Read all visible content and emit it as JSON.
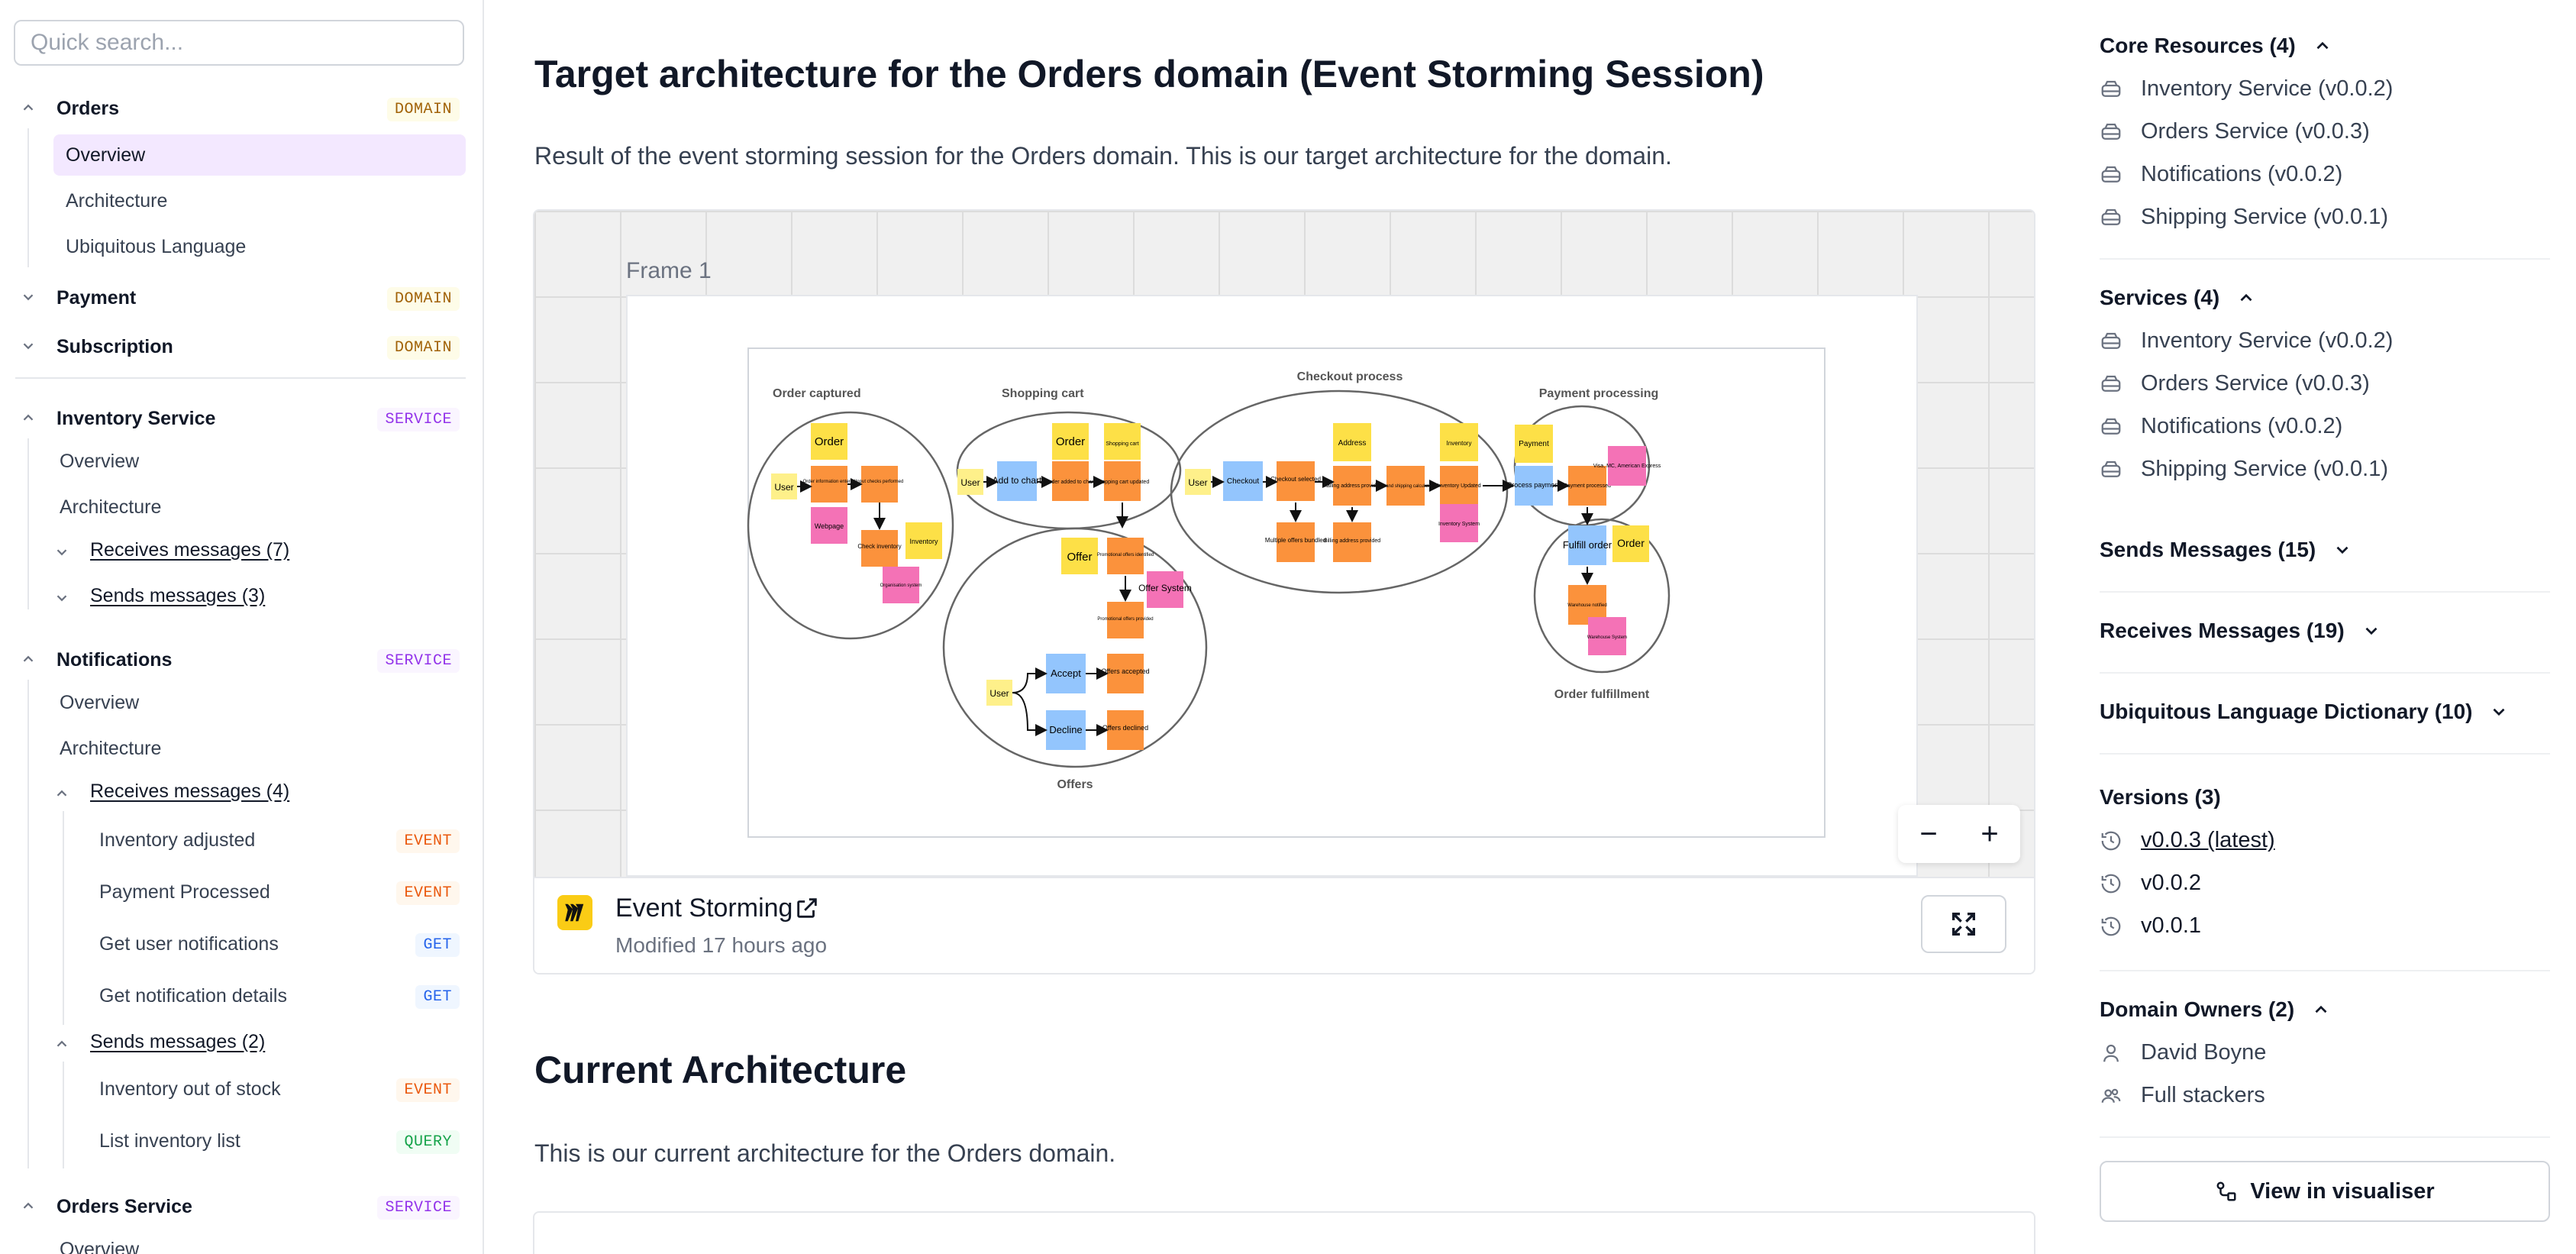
{
  "sidebar": {
    "search_placeholder": "Quick search...",
    "orders": {
      "title": "Orders",
      "badge": "DOMAIN",
      "items": [
        "Overview",
        "Architecture",
        "Ubiquitous Language"
      ]
    },
    "payment": {
      "title": "Payment",
      "badge": "DOMAIN"
    },
    "subscription": {
      "title": "Subscription",
      "badge": "DOMAIN"
    },
    "inventory": {
      "title": "Inventory Service",
      "badge": "SERVICE",
      "overview": "Overview",
      "architecture": "Architecture",
      "receives": "Receives messages (7)",
      "sends": "Sends messages (3)"
    },
    "notifications": {
      "title": "Notifications",
      "badge": "SERVICE",
      "overview": "Overview",
      "architecture": "Architecture",
      "receives": "Receives messages (4)",
      "received": [
        {
          "label": "Inventory adjusted",
          "badge": "EVENT"
        },
        {
          "label": "Payment Processed",
          "badge": "EVENT"
        },
        {
          "label": "Get user notifications",
          "badge": "GET"
        },
        {
          "label": "Get notification details",
          "badge": "GET"
        }
      ],
      "sends": "Sends messages (2)",
      "sent": [
        {
          "label": "Inventory out of stock",
          "badge": "EVENT"
        },
        {
          "label": "List inventory list",
          "badge": "QUERY"
        }
      ]
    },
    "orders_service": {
      "title": "Orders Service",
      "badge": "SERVICE",
      "overview": "Overview"
    }
  },
  "main": {
    "title": "Target architecture for the Orders domain (Event Storming Session)",
    "intro": "Result of the event storming session for the Orders domain. This is our target architecture for the domain.",
    "board": {
      "frame_label": "Frame 1",
      "zoom_out": "−",
      "zoom_in": "+",
      "name": "Event Storming",
      "modified": "Modified 17 hours ago",
      "diagram": {
        "order_captured": "Order captured",
        "shopping_cart": "Shopping cart",
        "checkout": "Checkout process",
        "payment": "Payment processing",
        "offers": "Offers",
        "fulfillment": "Order fulfillment",
        "notes": {
          "user": "User",
          "order": "Order",
          "order_info": "Order information entered",
          "input_checks": "Input checks performed",
          "webpage": "Webpage",
          "check_inventory": "Check inventory",
          "inventory": "Inventory",
          "org_system": "Organisation system",
          "add_to_chart": "Add to chart",
          "order_added": "Order added to chart",
          "shopping_cart": "Shopping cart",
          "cart_updated": "Shopping cart updated",
          "offer": "Offer",
          "promo_identified": "Promotional offers identified",
          "promo_provided": "Promotional offers provided",
          "offer_system": "Offer System",
          "accept": "Accept",
          "decline": "Decline",
          "offers_accepted": "Offers accepted",
          "offers_declined": "Offers declined",
          "checkout": "Checkout",
          "checkout_selected": "Checkout selected",
          "address": "Address",
          "mailing_address": "Mailing address provided",
          "tax_shipping": "Tax and shipping calculated",
          "inventory_updated": "Inventory Updated",
          "inventory_system": "Inventory System",
          "multiple_offers": "Multiple offers bundled",
          "billing_address": "Billing address provided",
          "payment": "Payment",
          "process_payment": "Process payment",
          "payment_processed": "Payment processed",
          "visa": "Visa, MC, American Express",
          "fulfill_order": "Fulfill order",
          "warehouse_notified": "Warehouse notified",
          "warehouse_system": "Warehouse System"
        }
      }
    },
    "current_title": "Current Architecture",
    "current_intro": "This is our current architecture for the Orders domain."
  },
  "right": {
    "core": {
      "title": "Core Resources (4)",
      "items": [
        "Inventory Service (v0.0.2)",
        "Orders Service (v0.0.3)",
        "Notifications (v0.0.2)",
        "Shipping Service (v0.0.1)"
      ]
    },
    "services": {
      "title": "Services (4)",
      "items": [
        "Inventory Service (v0.0.2)",
        "Orders Service (v0.0.3)",
        "Notifications (v0.0.2)",
        "Shipping Service (v0.0.1)"
      ]
    },
    "sends": "Sends Messages (15)",
    "receives": "Receives Messages (19)",
    "dictionary": "Ubiquitous Language Dictionary (10)",
    "versions": {
      "title": "Versions (3)",
      "items": [
        "v0.0.3 (latest)",
        "v0.0.2",
        "v0.0.1"
      ]
    },
    "owners": {
      "title": "Domain Owners (2)",
      "items": [
        "David Boyne",
        "Full stackers"
      ]
    },
    "visualiser": "View in visualiser"
  },
  "colors": {
    "accent": "#f3e8ff",
    "sticky_yellow": "#fde047",
    "sticky_orange": "#fb923c",
    "sticky_pink": "#f472b6",
    "sticky_blue": "#93c5fd"
  }
}
